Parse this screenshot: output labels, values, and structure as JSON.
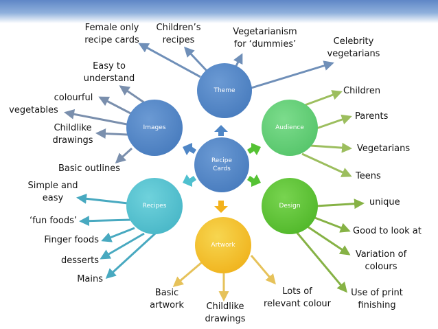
{
  "colors": {
    "theme": "#4f86c6",
    "images": "#4f86c6",
    "center": "#4f86c6",
    "audience": "#5fcf73",
    "design": "#55c234",
    "recipes": "#4fc0cf",
    "artwork": "#f3c21c",
    "theme_lines": "#6f8fb8",
    "images_lines": "#7a8fad",
    "audience_lines": "#9cbe5e",
    "design_lines": "#86b245",
    "recipes_lines": "#48a9c0",
    "artwork_lines": "#e6c25a"
  },
  "hubs": {
    "center": "Recipe\nCards",
    "theme": "Theme",
    "images": "Images",
    "audience": "Audience",
    "design": "Design",
    "recipes": "Recipes",
    "artwork": "Artwork"
  },
  "branches": {
    "theme": [
      "Female only\nrecipe cards",
      "Children’s\nrecipes",
      "Vegetarianism\nfor ‘dummies’",
      "Celebrity\nvegetarians"
    ],
    "images": [
      "Easy to\nunderstand",
      "colourful",
      "vegetables",
      "Childlike\ndrawings",
      "Basic outlines"
    ],
    "audience": [
      "Children",
      "Parents",
      "Vegetarians",
      "Teens"
    ],
    "design": [
      "unique",
      "Good to look at",
      "Variation of\ncolours",
      "Use of print\nfinishing"
    ],
    "recipes": [
      "Simple and\neasy",
      "‘fun foods’",
      "Finger foods",
      "desserts",
      "Mains"
    ],
    "artwork": [
      "Basic\nartwork",
      "Childlike\ndrawings",
      "Lots of\nrelevant colour"
    ]
  }
}
